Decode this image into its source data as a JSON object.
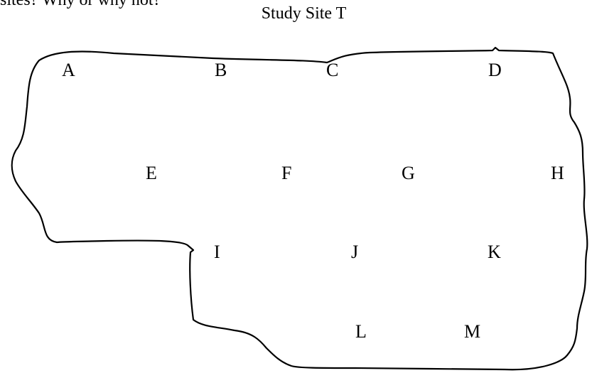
{
  "question_fragment": "sites?  Why or why not?",
  "title": "Study Site T",
  "points": [
    "A",
    "B",
    "C",
    "D",
    "E",
    "F",
    "G",
    "H",
    "I",
    "J",
    "K",
    "L",
    "M"
  ],
  "colors": {
    "ink": "#000000",
    "background": "#ffffff"
  }
}
